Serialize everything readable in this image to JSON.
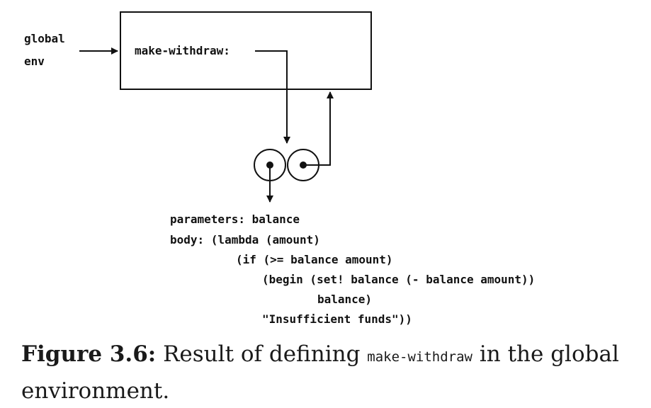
{
  "env_label": {
    "line1": "global",
    "line2": "env"
  },
  "frame_binding": "make-withdraw:",
  "procedure": {
    "parameters": "parameters: balance",
    "body_lines": [
      "body: (lambda (amount)",
      "(if (>= balance amount)",
      "(begin (set! balance (- balance amount))",
      "balance)",
      "\"Insufficient funds\"))"
    ]
  },
  "caption": {
    "figure_label": "Figure 3.6:",
    "text_before": " Result of defining ",
    "code": "make-withdraw",
    "text_after": " in the global environment."
  }
}
